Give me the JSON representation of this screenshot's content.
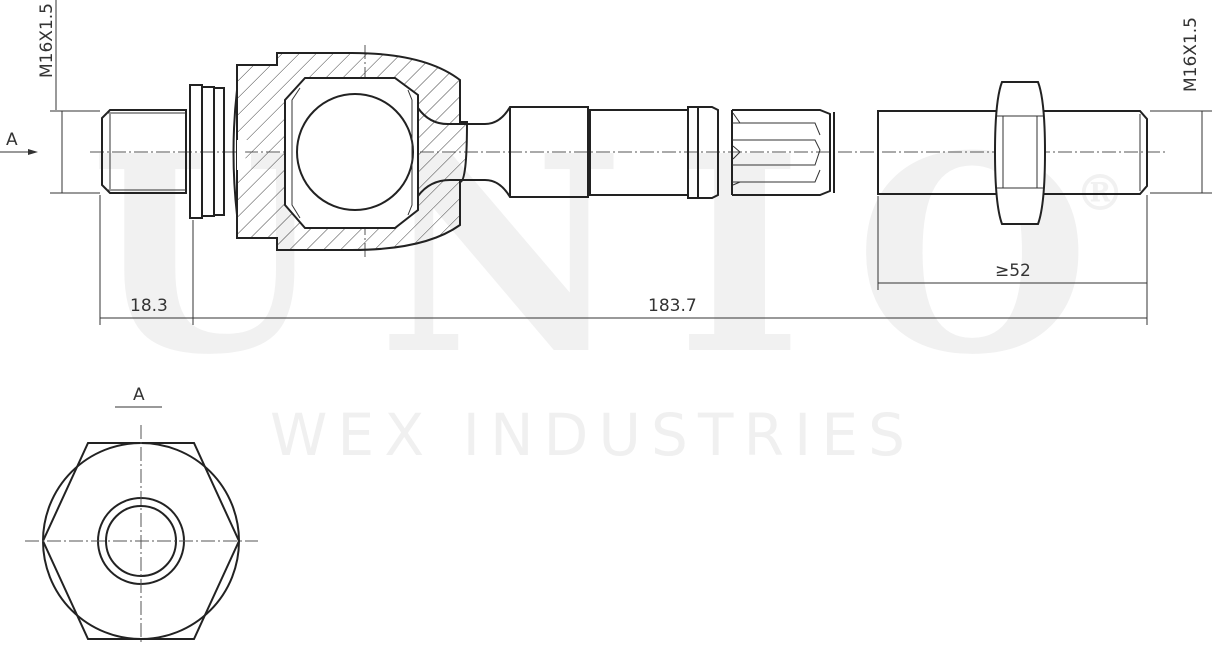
{
  "watermark": {
    "brand": "UNIO",
    "registered": "®",
    "company": "WEX INDUSTRIES"
  },
  "dimensions": {
    "left_thread": "M16X1.5",
    "right_thread": "M16X1.5",
    "left_stud_length": "18.3",
    "overall_length": "183.7",
    "thread_length": "≥52"
  },
  "views": {
    "section_arrow_label": "A",
    "end_view_label": "A"
  },
  "colors": {
    "line": "#222222",
    "watermark": "#f1f1f1"
  }
}
